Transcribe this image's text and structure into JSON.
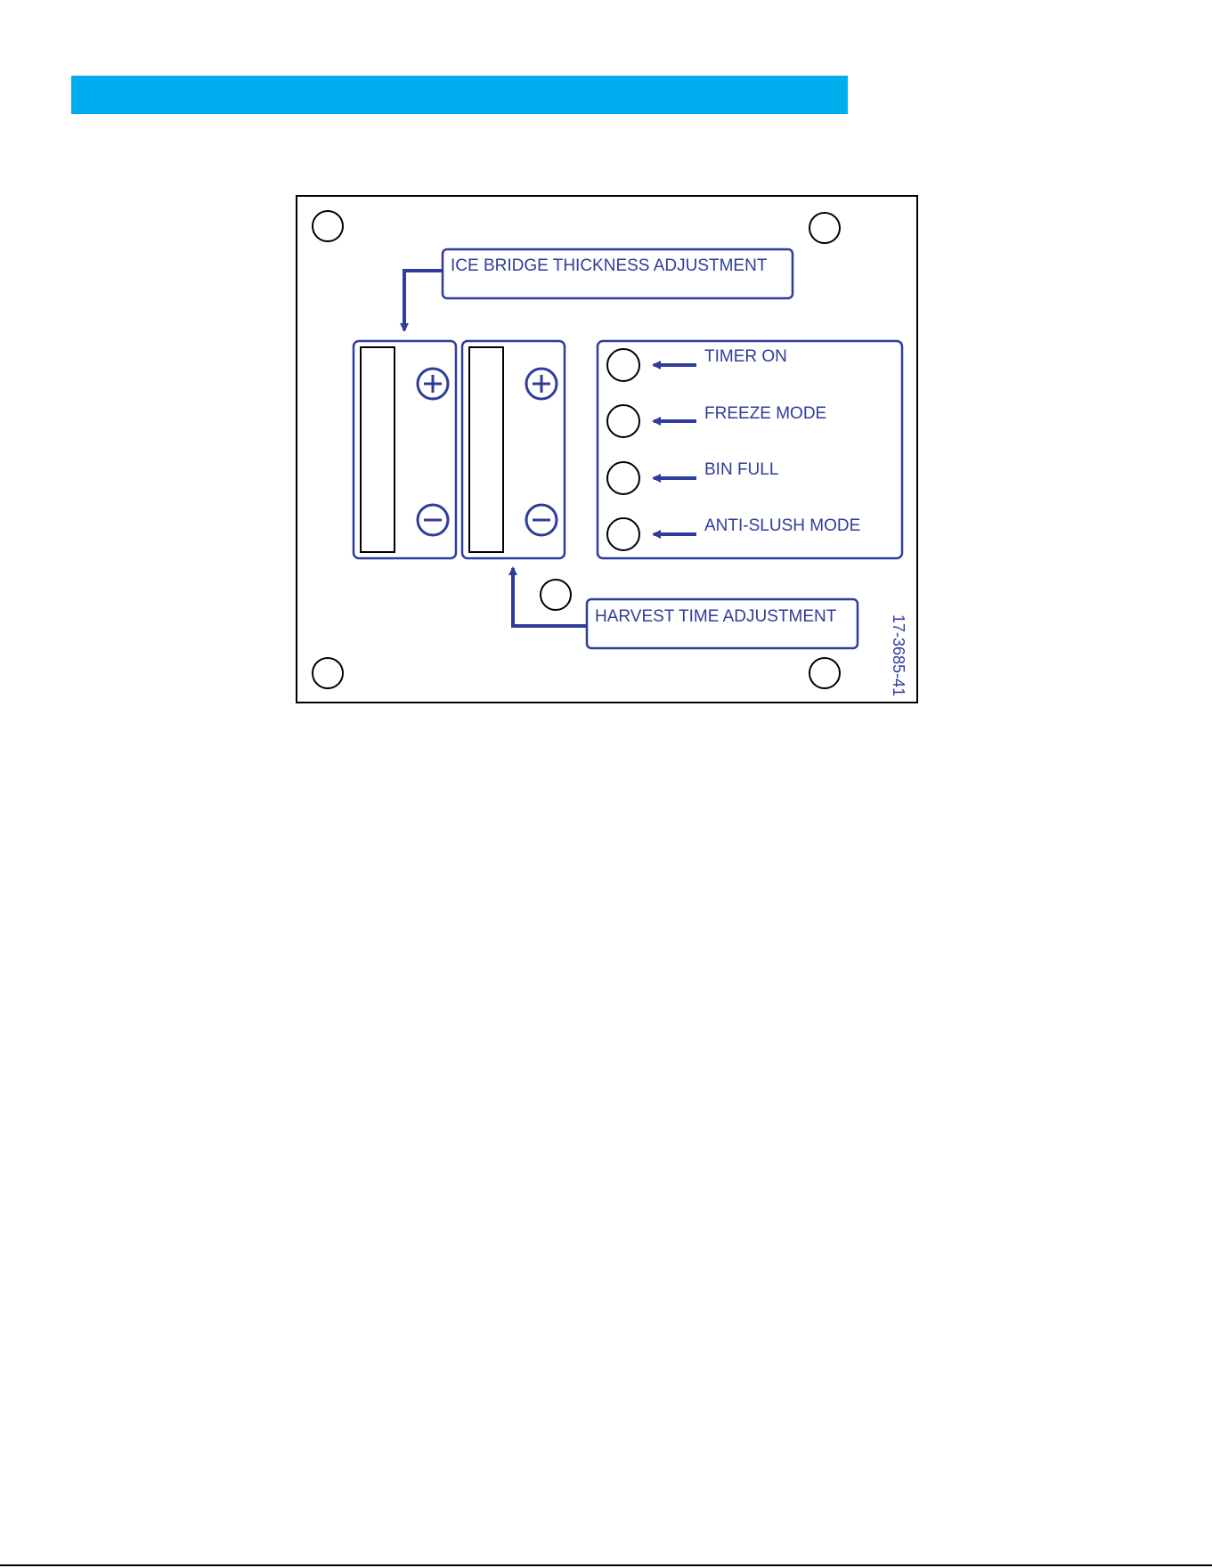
{
  "header": {
    "color": "#00aeef"
  },
  "diagram": {
    "stroke_color": "#2f3c9a",
    "frame_color": "#000000",
    "callouts": {
      "ice_bridge": "ICE BRIDGE THICKNESS ADJUSTMENT",
      "harvest_time": "HARVEST TIME ADJUSTMENT"
    },
    "indicators": [
      {
        "label": "TIMER ON"
      },
      {
        "label": "FREEZE MODE"
      },
      {
        "label": "BIN FULL"
      },
      {
        "label": "ANTI-SLUSH MODE"
      }
    ],
    "adjusters": [
      {
        "plus_icon": "plus-circle-icon",
        "minus_icon": "minus-circle-icon"
      },
      {
        "plus_icon": "plus-circle-icon",
        "minus_icon": "minus-circle-icon"
      }
    ],
    "figure_code": "17-3685-41"
  }
}
